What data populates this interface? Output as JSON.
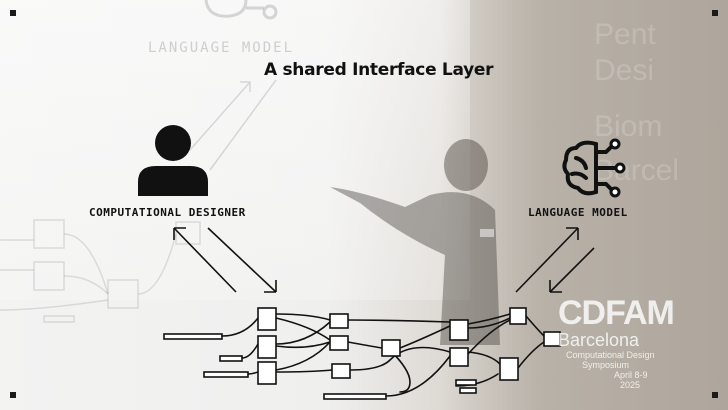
{
  "title": "A shared Interface Layer",
  "ghost_label": "LANGUAGE MODEL",
  "left_label": "COMPUTATIONAL DESIGNER",
  "right_label": "LANGUAGE MODEL",
  "event": {
    "name": "CDFAM",
    "city": "Barcelona",
    "line1": "Computational Design",
    "line2": "Symposium",
    "line3": "April 8-9",
    "line4": "2025"
  },
  "icons": [
    "person-icon",
    "brain-circuit-icon"
  ],
  "colors": {
    "ink": "#111111",
    "screen": "#f3f3f2"
  }
}
